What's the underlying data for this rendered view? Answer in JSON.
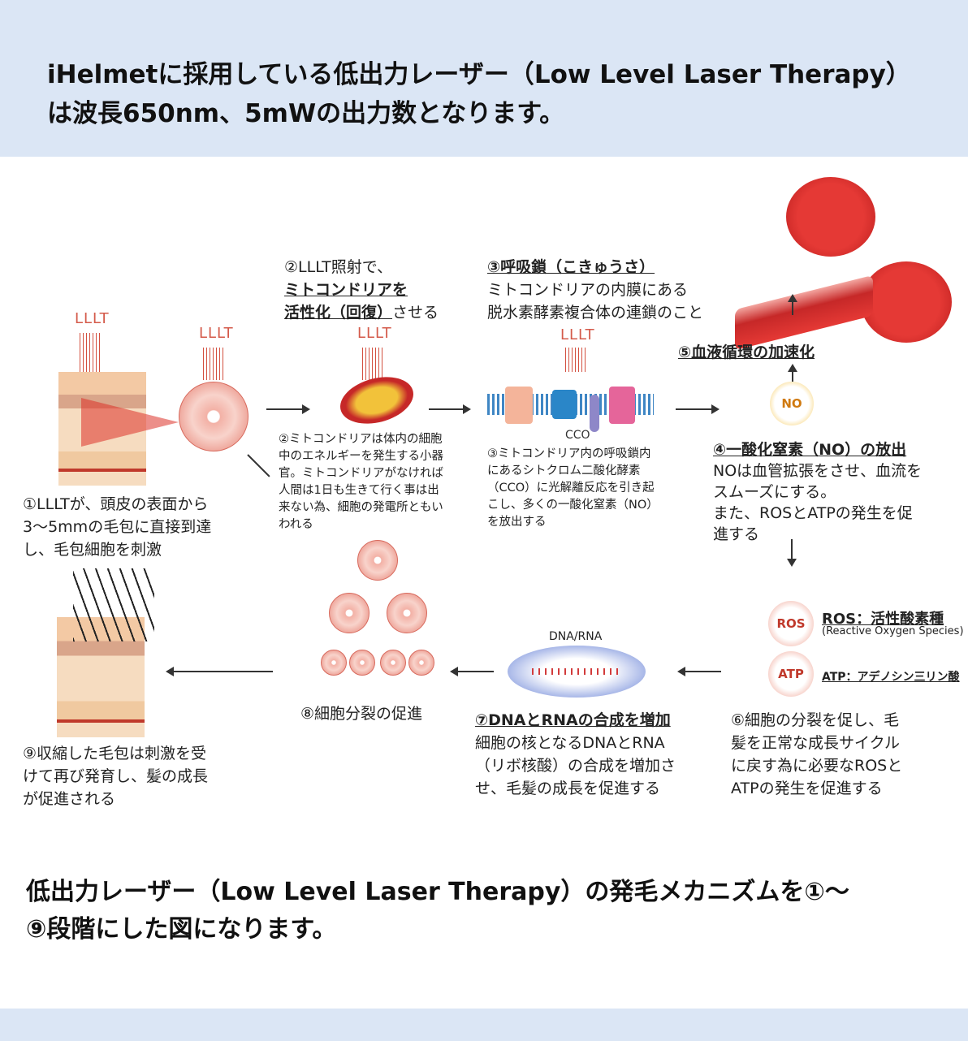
{
  "header": {
    "line1": "iHelmetに採用している低出力レーザー（Low Level Laser Therapy）",
    "line2": "は波長650nm、5mWの出力数となります。"
  },
  "diagram": {
    "lllt": "LLLT",
    "step1": [
      "①LLLTが、頭皮の表面から",
      "3〜5mmの毛包に直接到達",
      "し、毛包細胞を刺激"
    ],
    "step2_title": {
      "l1": "②LLLT照射で、",
      "l2": "ミトコンドリアを",
      "l3a": "活性化（回復）",
      "l3b": "させる"
    },
    "step2_desc": [
      "②ミトコンドリアは体内の細胞",
      "中のエネルギーを発生する小器",
      "官。ミトコンドリアがなければ",
      "人間は1日も生きて行く事は出",
      "来ない為、細胞の発電所ともい",
      "われる"
    ],
    "step3_title": "③呼吸鎖（こきゅうさ）",
    "step3_sub": [
      "ミトコンドリアの内膜にある",
      "脱水素酵素複合体の連鎖のこと"
    ],
    "cco": "CCO",
    "step3_desc": [
      "③ミトコンドリア内の呼吸鎖内",
      "にあるシトクロム二酸化酵素",
      "（CCO）に光解離反応を引き起",
      "こし、多くの一酸化窒素（NO）",
      "を放出する"
    ],
    "step5_title": "⑤血液循環の加速化",
    "no_label": "NO",
    "step4_title": "④一酸化窒素（NO）の放出",
    "step4_desc": [
      "NOは血管拡張をさせ、血流を",
      "スムーズにする。",
      "また、ROSとATPの発生を促",
      "進する"
    ],
    "ros_label": "ROS",
    "ros_title": "ROS：活性酸素種",
    "ros_sub": "(Reactive Oxygen Species)",
    "atp_label": "ATP",
    "atp_title": "ATP：アデノシン三リン酸",
    "step6": [
      "⑥細胞の分裂を促し、毛",
      "髪を正常な成長サイクル",
      "に戻す為に必要なROSと",
      "ATPの発生を促進する"
    ],
    "dna_label": "DNA/RNA",
    "step7_title": "⑦DNAとRNAの合成を増加",
    "step7_desc": [
      "細胞の核となるDNAとRNA",
      "（リボ核酸）の合成を増加さ",
      "せ、毛髪の成長を促進する"
    ],
    "step8": "⑧細胞分裂の促進",
    "step9": [
      "⑨収縮した毛包は刺激を受",
      "けて再び発育し、髪の成長",
      "が促進される"
    ]
  },
  "caption": {
    "line1": "低出力レーザー（Low Level Laser Therapy）の発毛メカニズムを①〜",
    "line2": "⑨段階にした図になります。"
  }
}
